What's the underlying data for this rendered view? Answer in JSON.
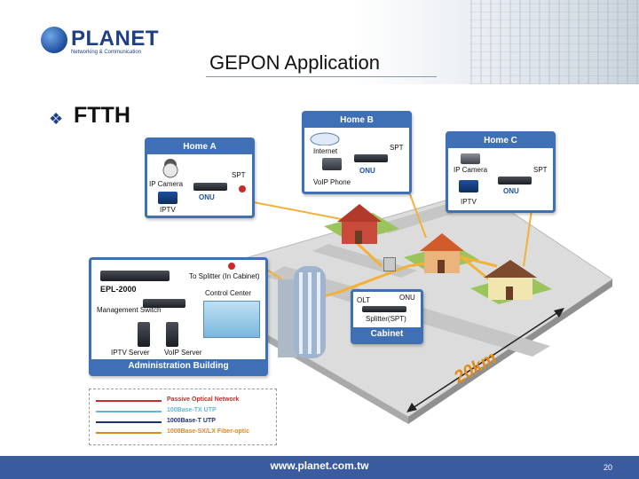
{
  "header": {
    "logo_text": "PLANET",
    "logo_sub": "Networking & Communication",
    "title": "GEPON Application"
  },
  "bullet": {
    "text": "FTTH",
    "icon": "diamond-bullet-icon"
  },
  "homes": {
    "a": {
      "title": "Home A",
      "camera": "IP Camera",
      "iptv": "IPTV",
      "onu": "ONU",
      "spt": "SPT"
    },
    "b": {
      "title": "Home B",
      "internet": "Internet",
      "voip": "VoIP Phone",
      "onu": "ONU",
      "spt": "SPT"
    },
    "c": {
      "title": "Home C",
      "camera": "IP Camera",
      "iptv": "IPTV",
      "onu": "ONU",
      "spt": "SPT"
    }
  },
  "admin": {
    "to_splitter": "To Splitter (In Cabinet)",
    "epl": "EPL-2000",
    "control": "Control Center",
    "mgmt": "Management Switch",
    "iptv_server": "IPTV Server",
    "voip_server": "VoIP Server",
    "title": "Administration Building"
  },
  "cabinet": {
    "olt": "OLT",
    "onu": "ONU",
    "splitter": "Splitter(SPT)",
    "title": "Cabinet"
  },
  "distance": "20km",
  "legend": [
    {
      "label": "Passive Optical Network",
      "color": "#c92a2a"
    },
    {
      "label": "100Base-TX UTP",
      "color": "#5fb7e0"
    },
    {
      "label": "1000Base-T UTP",
      "color": "#1f2f7a"
    },
    {
      "label": "1000Base-SX/LX Fiber-optic",
      "color": "#e08a1a"
    }
  ],
  "footer": {
    "url": "www.planet.com.tw",
    "page": "20"
  }
}
